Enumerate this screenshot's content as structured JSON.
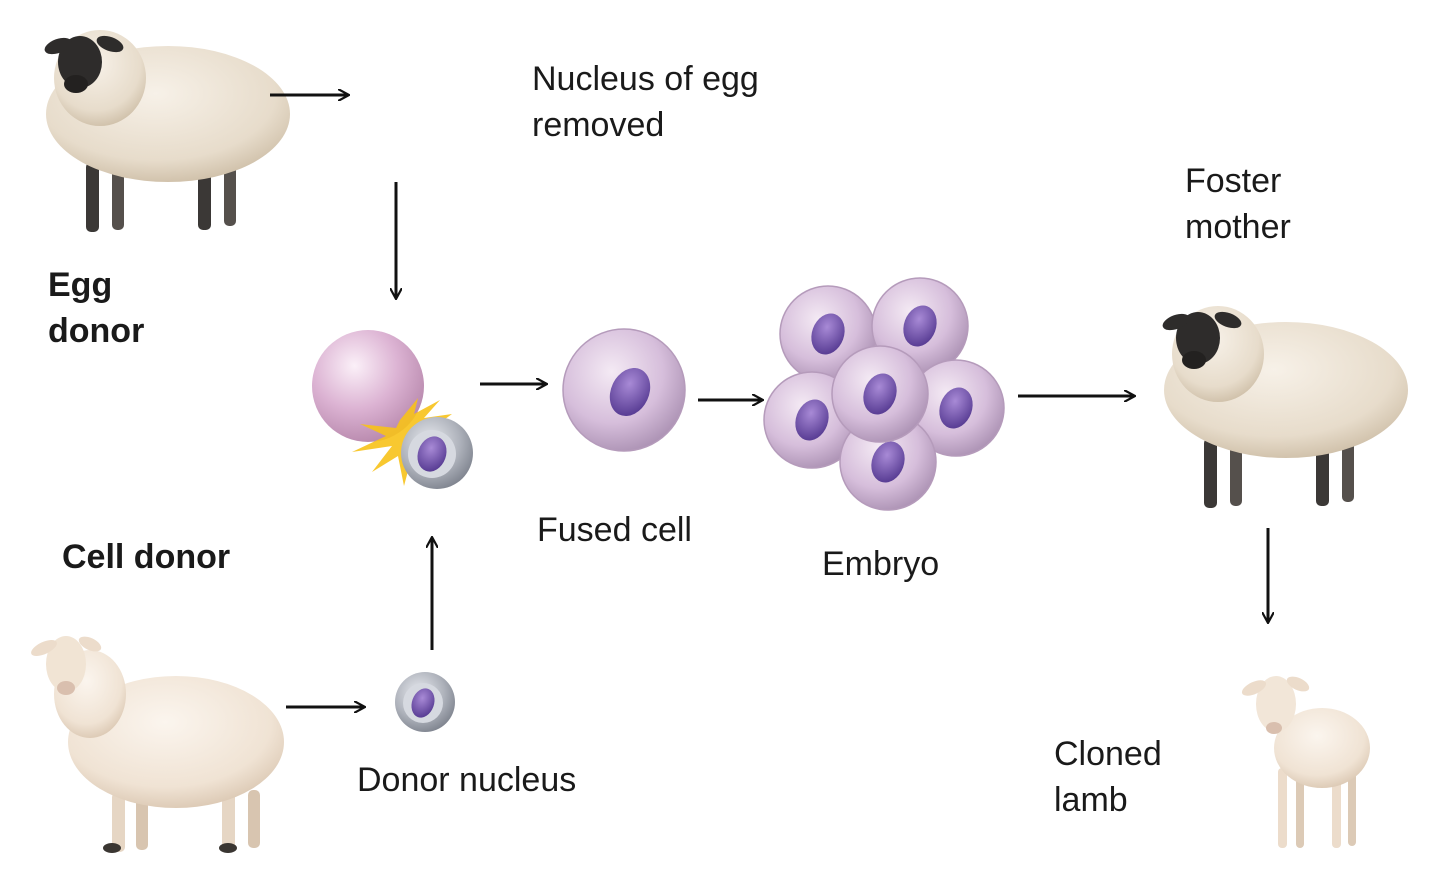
{
  "labels": {
    "egg_donor": "Egg\ndonor",
    "nucleus_removed": "Nucleus of egg\nremoved",
    "cell_donor": "Cell donor",
    "donor_nucleus": "Donor nucleus",
    "fused_cell": "Fused cell",
    "embryo": "Embryo",
    "foster_mother": "Foster\nmother",
    "cloned_lamb": "Cloned\nlamb"
  },
  "colors": {
    "wool": "#efe6d8",
    "wool_shade": "#d8c9b2",
    "black_face": "#2e2c2b",
    "white_face": "#f1e4d4",
    "egg_pink": "#dcb3d3",
    "cell_lilac": "#d6bedb",
    "nucleus_purple": "#7b5db3",
    "donor_gray": "#9ea3ad",
    "spark": "#f7c21a",
    "arrow": "#111111"
  }
}
